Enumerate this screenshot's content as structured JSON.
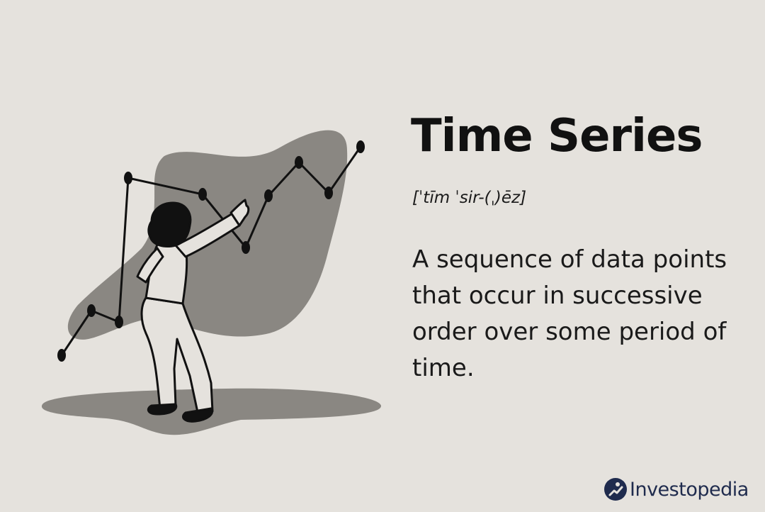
{
  "definition_card": {
    "term": "Time Series",
    "pronunciation": "[ˈtīm ˈsir-(ˌ)ēz]",
    "definition": "A sequence of data points that occur in successive order over some period of time."
  },
  "brand": {
    "name": "Investopedia",
    "logo_icon": "investopedia-logo-icon",
    "color": "#1f2b4d"
  },
  "illustration": {
    "subject": "person pointing at line chart",
    "blob_color": "#8a8782",
    "line_color": "#111111"
  }
}
